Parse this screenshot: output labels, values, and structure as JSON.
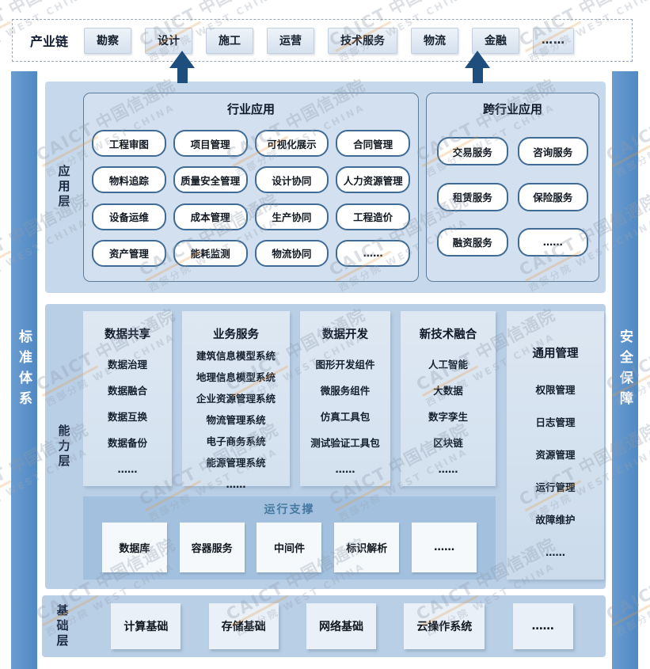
{
  "industry_chain": {
    "label": "产业链",
    "items": [
      "勘察",
      "设计",
      "施工",
      "运营",
      "技术服务",
      "物流",
      "金融",
      "……"
    ]
  },
  "side_bars": {
    "left": "标准体系",
    "right": "安全保障"
  },
  "application_layer": {
    "label": "应用层",
    "industry_apps": {
      "title": "行业应用",
      "items": [
        "工程审图",
        "项目管理",
        "可视化展示",
        "合同管理",
        "物料追踪",
        "质量安全管理",
        "设计协同",
        "人力资源管理",
        "设备运维",
        "成本管理",
        "生产协同",
        "工程造价",
        "资产管理",
        "能耗监测",
        "物流协同",
        "……"
      ]
    },
    "cross_industry_apps": {
      "title": "跨行业应用",
      "items": [
        "交易服务",
        "咨询服务",
        "租赁服务",
        "保险服务",
        "融资服务",
        "……"
      ]
    }
  },
  "capability_layer": {
    "label": "能力层",
    "columns": [
      {
        "title": "数据共享",
        "items": [
          "数据治理",
          "数据融合",
          "数据互换",
          "数据备份",
          "……"
        ]
      },
      {
        "title": "业务服务",
        "items": [
          "建筑信息模型系统",
          "地理信息模型系统",
          "企业资源管理系统",
          "物流管理系统",
          "电子商务系统",
          "能源管理系统",
          "……"
        ]
      },
      {
        "title": "数据开发",
        "items": [
          "图形开发组件",
          "微服务组件",
          "仿真工具包",
          "测试验证工具包",
          "……"
        ]
      },
      {
        "title": "新技术融合",
        "items": [
          "人工智能",
          "大数据",
          "数字孪生",
          "区块链",
          "……"
        ]
      }
    ],
    "general_management": {
      "title": "通用管理",
      "items": [
        "权限管理",
        "日志管理",
        "资源管理",
        "运行管理",
        "故障维护",
        "……"
      ]
    },
    "runtime_support": {
      "title": "运行支撑",
      "items": [
        "数据库",
        "容器服务",
        "中间件",
        "标识解析",
        "……"
      ]
    }
  },
  "foundation_layer": {
    "label": "基础层",
    "items": [
      "计算基础",
      "存储基础",
      "网络基础",
      "云操作系统",
      "……"
    ]
  },
  "watermark": {
    "caict": "CAICT",
    "org": "中国信通院",
    "branch": "西部分院 WEST CHINA"
  },
  "colors": {
    "side_bar_blue": "#5b92c8",
    "panel_light_blue": "#c6d9ec",
    "panel_mid_blue": "#b9cfe6",
    "runtime_blue": "#a3c1de",
    "arrow_navy": "#1d4e7e",
    "pill_border": "#3f6b95",
    "watermark_orange": "#e99a3e"
  }
}
